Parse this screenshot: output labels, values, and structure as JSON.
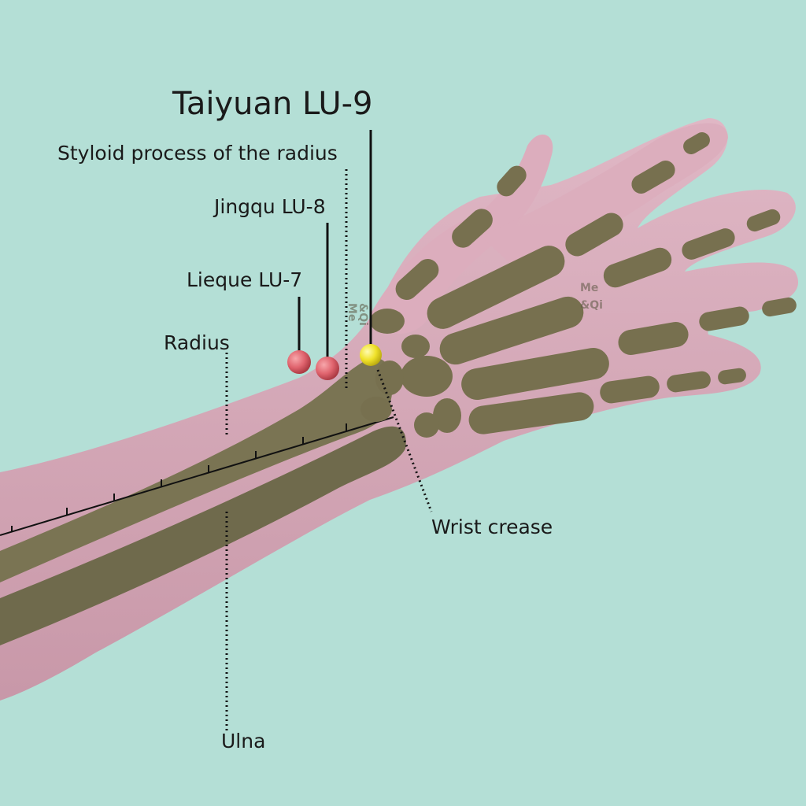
{
  "labels": {
    "main_point": "Taiyuan LU-9",
    "styloid": "Styloid process of the radius",
    "lu8": "Jingqu LU-8",
    "lu7": "Lieque LU-7",
    "radius": "Radius",
    "wrist_crease": "Wrist crease",
    "ulna": "Ulna"
  },
  "watermark": {
    "line1": "Me",
    "line2": "&Qi"
  },
  "colors": {
    "background": "#b4dfd6",
    "skin": "#d8a9b8",
    "bone": "#77704f",
    "main_point": "#f0e22a",
    "secondary_point": "#e0646e",
    "leader": "#111111"
  }
}
